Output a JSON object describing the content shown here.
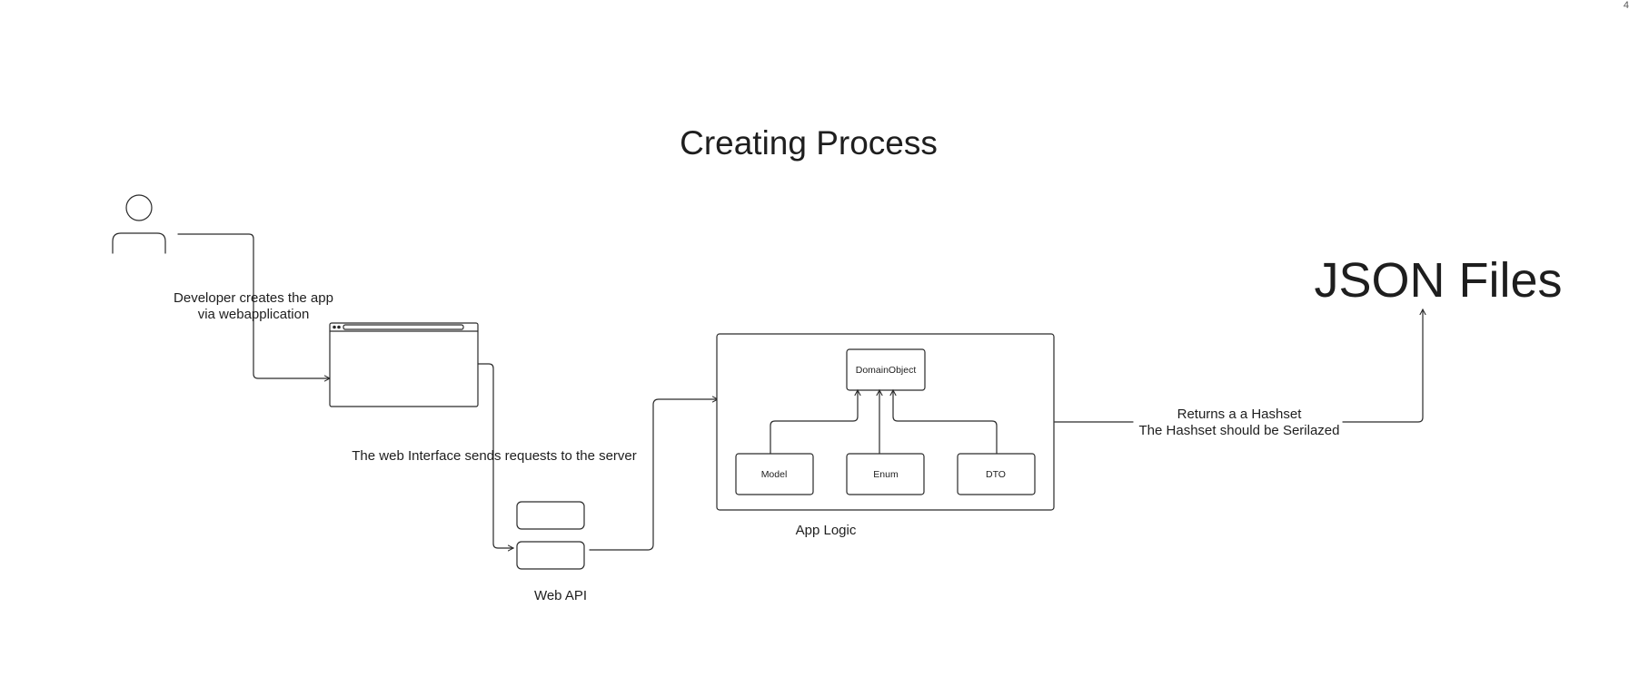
{
  "title": "Creating Process",
  "corner_mark": "4",
  "output": {
    "label": "JSON Files"
  },
  "actor": {
    "icon": "user-icon"
  },
  "edges": {
    "developer_to_webapp": {
      "line1": "Developer creates the app",
      "line2": "via webapplication"
    },
    "webapp_to_api": {
      "label": "The web Interface sends requests to the server"
    },
    "applogic_to_json": {
      "line1": "Returns a a Hashset",
      "line2": "The Hashset should be Serilazed"
    }
  },
  "nodes": {
    "web_api": {
      "label": "Web API"
    },
    "app_logic": {
      "label": "App Logic",
      "domain_object": "DomainObject",
      "children": [
        "Model",
        "Enum",
        "DTO"
      ]
    }
  }
}
